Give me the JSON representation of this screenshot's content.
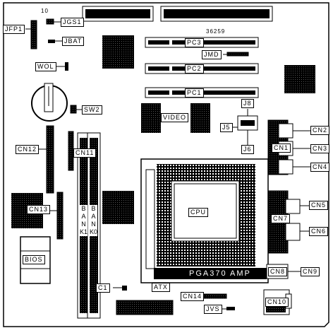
{
  "labels": {
    "jfp1": "JFP1",
    "jgs1": "JGS1",
    "pin10": "10",
    "jbat": "JBAT",
    "wol": "WOL",
    "sw2": "SW2",
    "pc3": "PC3",
    "pc2": "PC2",
    "pc1": "PC1",
    "board_no": "36259",
    "jmd": "JMD",
    "video": "VIDEO",
    "j8": "J8",
    "j5": "J5",
    "j6": "J6",
    "cn1": "CN1",
    "cn2": "CN2",
    "cn3": "CN3",
    "cn4": "CN4",
    "cn5": "CN5",
    "cn6": "CN6",
    "cn7": "CN7",
    "cn8": "CN8",
    "cn9": "CN9",
    "cn10": "CN10",
    "cn11": "CN11",
    "cn12": "CN12",
    "cn13": "CN13",
    "cn14": "CN14",
    "bank1": "BANK1",
    "bank0": "BANK0",
    "cpu": "CPU",
    "pga": "PGA370 AMP",
    "bios": "BIOS",
    "c1": "C1",
    "atx": "ATX",
    "jvs": "JVS"
  }
}
